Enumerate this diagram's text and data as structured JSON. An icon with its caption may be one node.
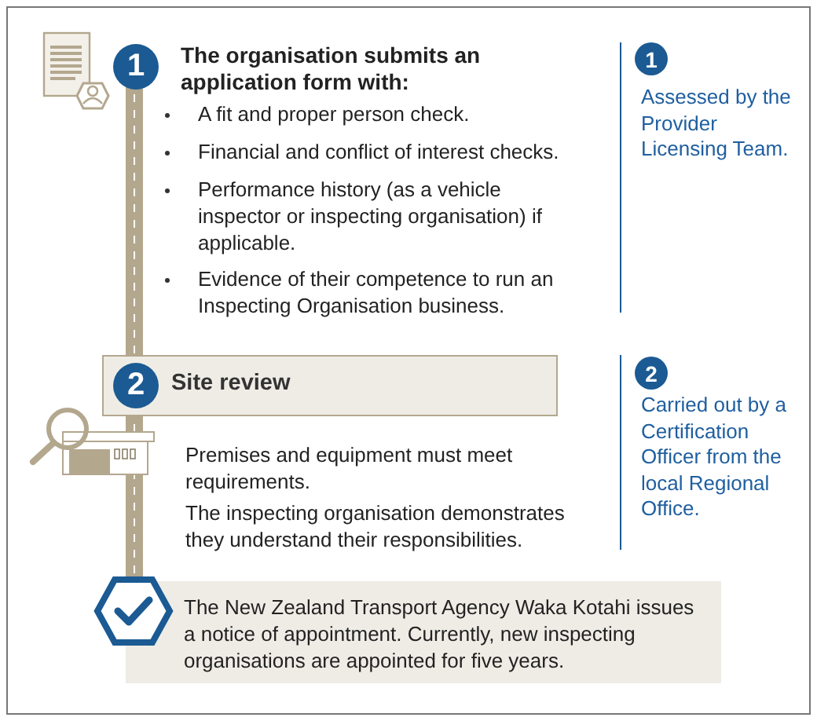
{
  "diagram": {
    "nodes": [
      {
        "text": [
          "1"
        ]
      },
      {
        "text": [
          "2",
          "Site review"
        ]
      },
      {
        "text": [
          "The New Zealand Transport Agency Waka Kotahi issues a notice of appointment. Currently, new inspecting organisations are appointed for five years."
        ]
      },
      {
        "text": [
          "1"
        ],
        "beside": [
          "Assessed by the Provider Licensing Team."
        ]
      },
      {
        "text": [
          "2"
        ],
        "beside": [
          "Carried out by a Certification Officer from the local Regional Office."
        ]
      }
    ],
    "labels": [
      "The organisation submits an application form with:",
      "A fit and proper person check.",
      "Financial and conflict of interest checks.",
      "Performance history (as a vehicle inspector or inspecting organisation) if applicable.",
      "Evidence of their competence to run an Inspecting Organisation business.",
      "Premises and equipment must meet requirements.",
      "The inspecting organisation demonstrates they understand their responsibilities."
    ]
  }
}
